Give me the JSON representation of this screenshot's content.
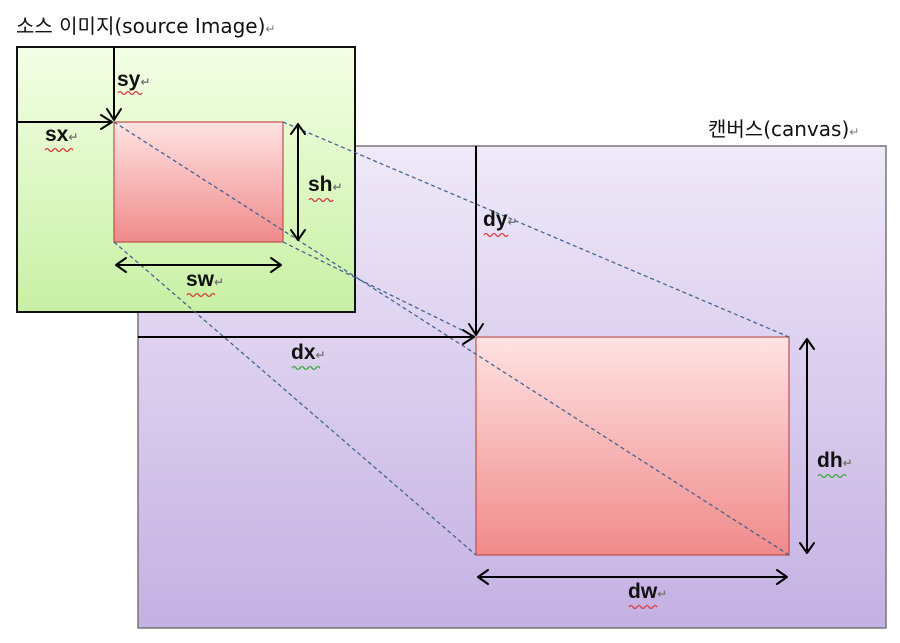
{
  "source_title": "소스 이미지(source Image)",
  "canvas_title": "캔버스(canvas)",
  "return_mark": "↵",
  "labels": {
    "sy": "sy",
    "sx": "sx",
    "sh": "sh",
    "sw": "sw",
    "dy": "dy",
    "dx": "dx",
    "dh": "dh",
    "dw": "dw"
  },
  "colors": {
    "canvas_top": "#efe9f8",
    "canvas_bottom": "#c4b0e2",
    "source_top": "#f4ffe6",
    "source_bottom": "#c8f0a4",
    "rect_top": "#ffe3e3",
    "rect_bottom": "#f08a8a",
    "rect_border": "#c0504d",
    "projection_line": "#3a5c8f"
  }
}
